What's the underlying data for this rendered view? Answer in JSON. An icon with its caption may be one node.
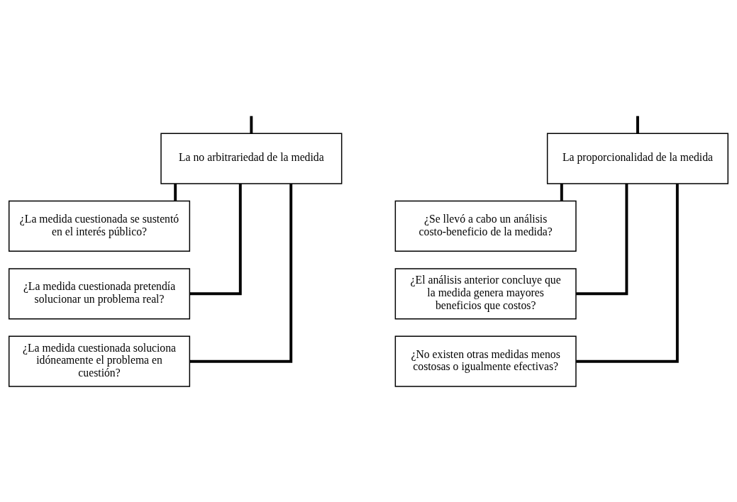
{
  "diagram": {
    "nodes": [
      {
        "text": [
          "La no arbitrariedad de la medida"
        ]
      },
      {
        "text": [
          "La proporcionalidad de la medida"
        ]
      },
      {
        "text": [
          "¿La medida cuestionada se sustentó en el interés público?"
        ]
      },
      {
        "text": [
          "¿La medida cuestionada pretendía solucionar un problema real?"
        ]
      },
      {
        "text": [
          "¿La medida cuestionada soluciona idóneamente el problema en cuestión?"
        ]
      },
      {
        "text": [
          "¿Se llevó a cabo un análisis costo-beneficio de la medida?"
        ]
      },
      {
        "text": [
          "¿El análisis anterior concluye que la medida genera mayores beneficios que costos?"
        ]
      },
      {
        "text": [
          "¿No existen otras medidas menos costosas o igualmente efectivas?"
        ]
      }
    ],
    "edges": [
      {
        "from": null,
        "to": 0,
        "arrow": "none"
      },
      {
        "from": null,
        "to": 1,
        "arrow": "none"
      },
      {
        "from": 0,
        "to": 2,
        "arrow": "none"
      },
      {
        "from": 0,
        "to": 3,
        "arrow": "none"
      },
      {
        "from": 0,
        "to": 4,
        "arrow": "none"
      },
      {
        "from": 1,
        "to": 5,
        "arrow": "none"
      },
      {
        "from": 1,
        "to": 6,
        "arrow": "none"
      },
      {
        "from": 1,
        "to": 7,
        "arrow": "none"
      }
    ]
  }
}
